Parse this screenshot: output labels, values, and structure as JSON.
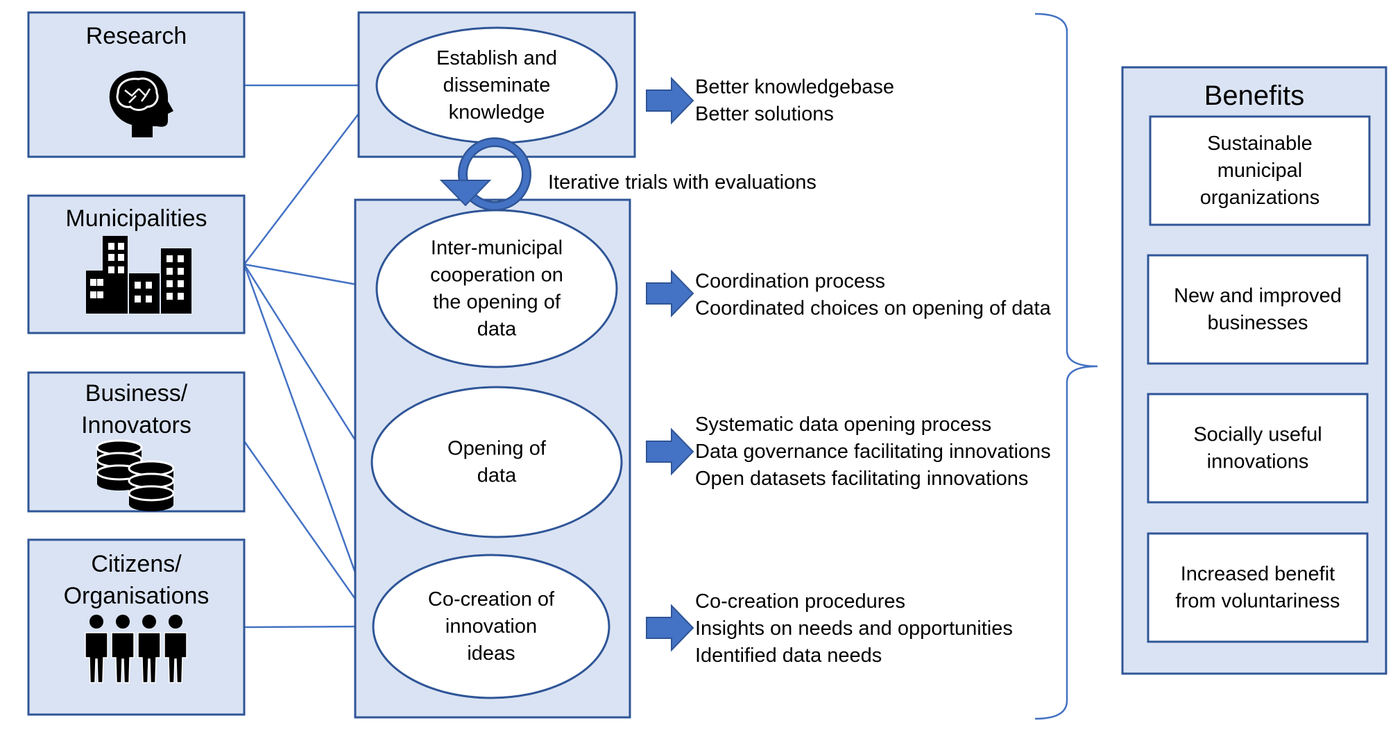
{
  "colors": {
    "box_fill": "#dae3f3",
    "box_stroke": "#2f5597",
    "connector": "#4472c4",
    "arrow_fill": "#4472c4",
    "arrow_stroke": "#2f5597",
    "icon": "#000000",
    "white": "#ffffff"
  },
  "actors": [
    {
      "lines": [
        "Research"
      ],
      "icon": "brain-head-icon"
    },
    {
      "lines": [
        "Municipalities"
      ],
      "icon": "city-buildings-icon"
    },
    {
      "lines": [
        "Business/",
        "Innovators"
      ],
      "icon": "coin-stack-icon"
    },
    {
      "lines": [
        "Citizens/",
        "Organisations"
      ],
      "icon": "people-group-icon"
    }
  ],
  "activities": [
    {
      "lines": [
        "Establish and",
        "disseminate",
        "knowledge"
      ]
    },
    {
      "lines": [
        "Inter-municipal",
        "cooperation on",
        "the opening of",
        "data"
      ]
    },
    {
      "lines": [
        "Opening of",
        "data"
      ]
    },
    {
      "lines": [
        "Co-creation of",
        "innovation",
        "ideas"
      ]
    }
  ],
  "loop_label": "Iterative trials with evaluations",
  "outcomes": [
    {
      "lines": [
        "Better knowledgebase",
        "Better solutions"
      ]
    },
    {
      "lines": [
        "Coordination process",
        "Coordinated choices on opening of data"
      ]
    },
    {
      "lines": [
        "Systematic data opening process",
        "Data governance facilitating innovations",
        "Open datasets facilitating innovations"
      ]
    },
    {
      "lines": [
        "Co-creation procedures",
        "Insights on needs and opportunities",
        "Identified data needs"
      ]
    }
  ],
  "benefits": {
    "title": "Benefits",
    "items": [
      {
        "lines": [
          "Sustainable",
          "municipal",
          "organizations"
        ]
      },
      {
        "lines": [
          "New and improved",
          "businesses"
        ]
      },
      {
        "lines": [
          "Socially useful",
          "innovations"
        ]
      },
      {
        "lines": [
          "Increased benefit",
          "from voluntariness"
        ]
      }
    ]
  }
}
